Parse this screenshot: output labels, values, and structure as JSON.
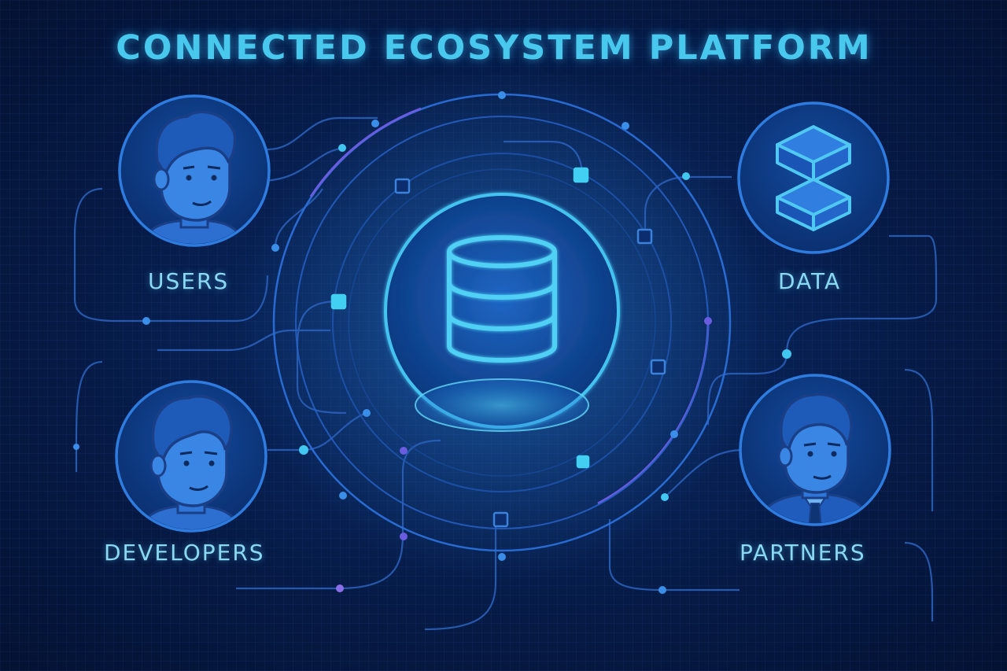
{
  "title": "CONNECTED ECOSYSTEM PLATFORM",
  "nodes": {
    "users": {
      "label": "USERS",
      "icon": "user-avatar-icon"
    },
    "developers": {
      "label": "DEVELOPERS",
      "icon": "developer-avatar-icon"
    },
    "data": {
      "label": "DATA",
      "icon": "data-blocks-icon"
    },
    "partners": {
      "label": "PARTNERS",
      "icon": "partner-avatar-icon"
    }
  },
  "hub": {
    "icon": "database-icon"
  },
  "colors": {
    "background": "#061a45",
    "accent_cyan": "#49c8ee",
    "ring_blue": "#2a6fd8",
    "ring_purple": "#6a5ce0",
    "node_fill": "#0d3a86",
    "icon_blue": "#2b74d6"
  }
}
